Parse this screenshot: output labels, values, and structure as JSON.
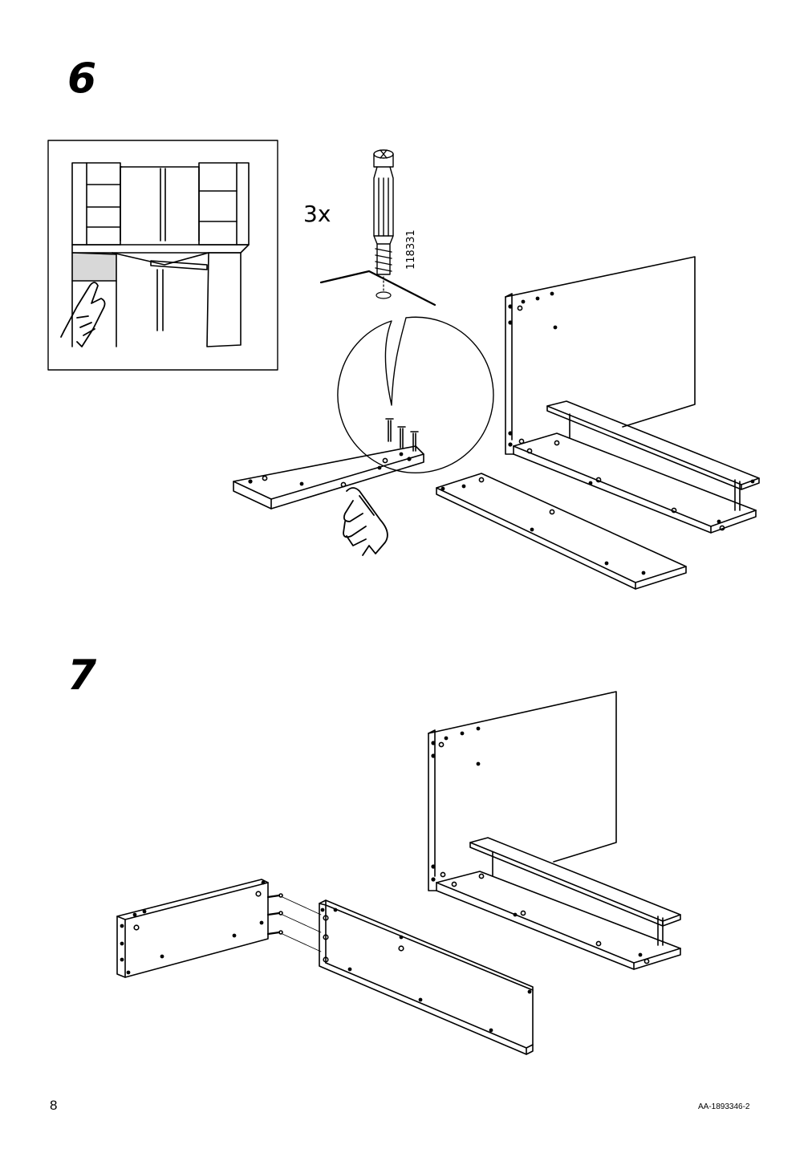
{
  "page": {
    "page_number": "8",
    "document_code": "AA-1893346-2"
  },
  "steps": [
    {
      "number": "6",
      "quantity_label": "3x",
      "part_number": "118331"
    },
    {
      "number": "7"
    }
  ],
  "icons": [
    "hand-pointing-icon",
    "dowel-icon",
    "magnifier-callout-icon"
  ]
}
